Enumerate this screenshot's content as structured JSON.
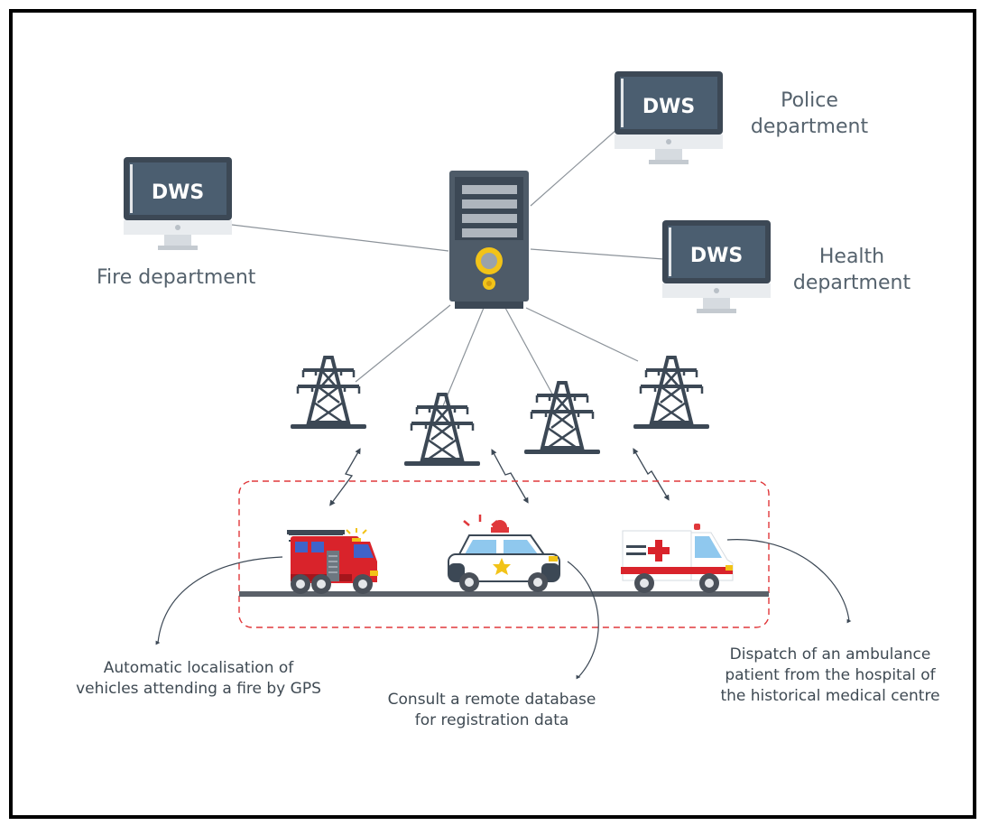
{
  "monitor_label": "DWS",
  "departments": {
    "fire": {
      "name": "Fire department"
    },
    "police": {
      "name": "Police department",
      "line1": "Police",
      "line2": "department"
    },
    "health": {
      "name": "Health department",
      "line1": "Health",
      "line2": "department"
    }
  },
  "captions": {
    "fire_truck": {
      "line1": "Automatic localisation of",
      "line2": "vehicles attending a fire by GPS"
    },
    "police_car": {
      "line1": "Consult a remote database",
      "line2": "for registration data"
    },
    "ambulance": {
      "line1": "Dispatch of an ambulance",
      "line2": "patient from the hospital of",
      "line3": "the historical medical centre"
    }
  },
  "colors": {
    "monitor_frame": "#3c4855",
    "monitor_screen": "#4b5e70",
    "monitor_stand": "#d6dbe0",
    "server_body": "#4e5b68",
    "server_accent": "#f2c318",
    "tower": "#3c4855",
    "dashed_border": "#e0383b",
    "road": "#5b6169",
    "fire_red": "#d9232b",
    "text": "#55626d"
  }
}
